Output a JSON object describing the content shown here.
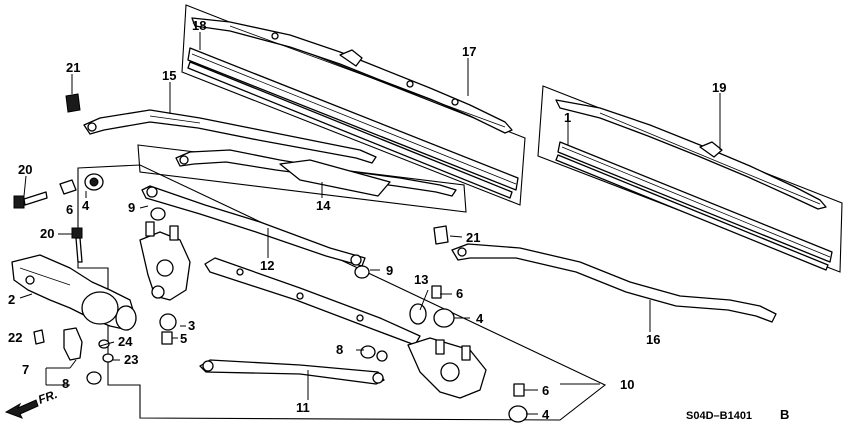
{
  "callouts": {
    "c1": "1",
    "c2": "2",
    "c3": "3",
    "c4a": "4",
    "c4b": "4",
    "c4c": "4",
    "c5": "5",
    "c6a": "6",
    "c6b": "6",
    "c6c": "6",
    "c7": "7",
    "c8a": "8",
    "c8b": "8",
    "c9a": "9",
    "c9b": "9",
    "c10": "10",
    "c11": "11",
    "c12": "12",
    "c13": "13",
    "c14": "14",
    "c15": "15",
    "c16": "16",
    "c17": "17",
    "c18": "18",
    "c19": "19",
    "c20a": "20",
    "c20b": "20",
    "c21a": "21",
    "c21b": "21",
    "c22": "22",
    "c23": "23",
    "c24": "24"
  },
  "direction_label": "FR.",
  "diagram_code": "S04D–B1401",
  "diagram_code_suffix": "B"
}
